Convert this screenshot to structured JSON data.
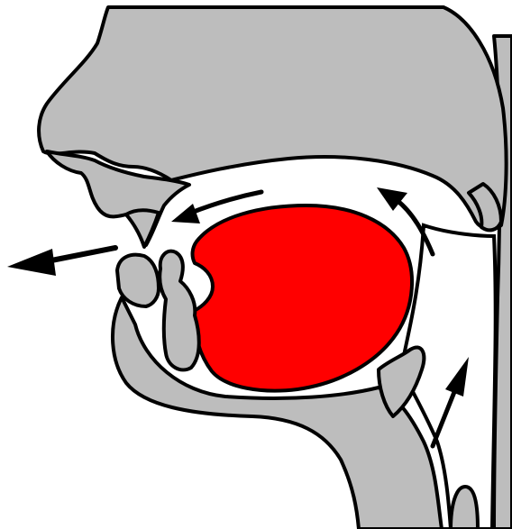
{
  "colors": {
    "background": "#ffffff",
    "tissue": "#bdbdbd",
    "tongue": "#ff0000",
    "outline": "#000000",
    "airflow": "#000000"
  },
  "parts": [
    {
      "name": "nose-and-palate",
      "fill": "tissue"
    },
    {
      "name": "upper-lip-and-teeth",
      "fill": "tissue"
    },
    {
      "name": "lower-lip",
      "fill": "tissue"
    },
    {
      "name": "lower-teeth",
      "fill": "tissue"
    },
    {
      "name": "jaw-and-throat",
      "fill": "tissue"
    },
    {
      "name": "tongue",
      "fill": "tongue"
    },
    {
      "name": "uvula",
      "fill": "tissue"
    },
    {
      "name": "epiglottis",
      "fill": "tissue"
    }
  ],
  "airflow_arrows": [
    {
      "name": "airflow-arrow-upward-pharynx"
    },
    {
      "name": "airflow-arrow-along-velum"
    },
    {
      "name": "airflow-arrow-along-palate"
    },
    {
      "name": "airflow-arrow-exiting-mouth"
    }
  ]
}
